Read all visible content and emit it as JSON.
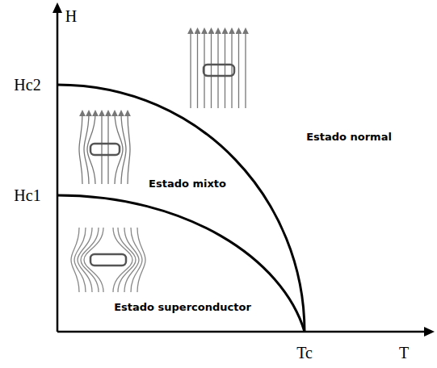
{
  "diagram": {
    "labels": [
      "H",
      "Hc2",
      "Hc1",
      "Estado normal",
      "Estado mixto",
      "Estado superconductor",
      "Tc",
      "T"
    ]
  }
}
